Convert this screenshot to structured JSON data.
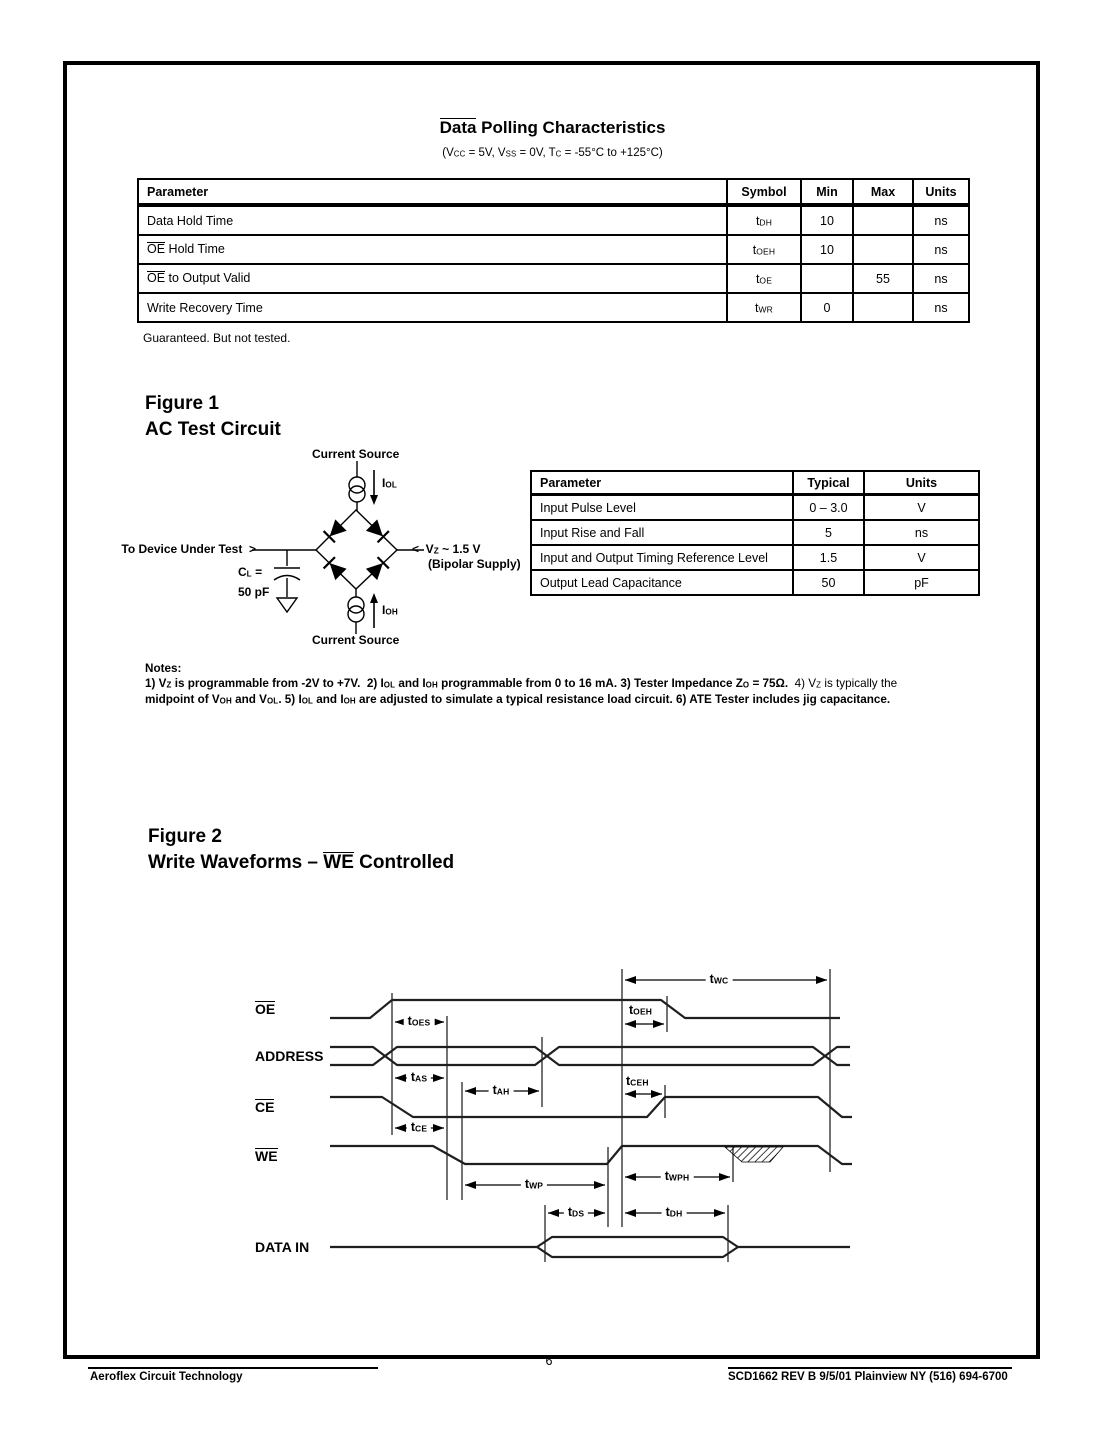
{
  "doc": {
    "title": [
      {
        "t": "Data",
        "ov": true
      },
      {
        "t": " Polling Characteristics"
      }
    ],
    "subtitle": [
      {
        "t": "(V"
      },
      {
        "t": "CC",
        "sub": true
      },
      {
        "t": " = 5V, V"
      },
      {
        "t": "SS",
        "sub": true
      },
      {
        "t": " = 0V, T"
      },
      {
        "t": "C",
        "sub": true
      },
      {
        "t": " = -55°C to +125°C)"
      }
    ],
    "footnote": "Guaranteed. But not tested.",
    "page_number": "6",
    "footer_left": "Aeroflex Circuit Technology",
    "footer_right": "SCD1662 REV B  9/5/01  Plainview NY (516) 694-6700"
  },
  "polling_table": {
    "headers": {
      "parameter": "Parameter",
      "symbol": "Symbol",
      "min": "Min",
      "max": "Max",
      "units": "Units"
    },
    "rows": [
      {
        "param": [
          {
            "t": "Data Hold Time"
          }
        ],
        "sym": [
          {
            "t": "t"
          },
          {
            "t": "DH",
            "sub": true
          }
        ],
        "min": "10",
        "max": "",
        "units": "ns"
      },
      {
        "param": [
          {
            "t": "OE",
            "ov": true
          },
          {
            "t": " Hold Time"
          }
        ],
        "sym": [
          {
            "t": "t"
          },
          {
            "t": "OEH",
            "sub": true
          }
        ],
        "min": "10",
        "max": "",
        "units": "ns"
      },
      {
        "param": [
          {
            "t": "OE",
            "ov": true
          },
          {
            "t": " to Output Valid"
          }
        ],
        "sym": [
          {
            "t": "t"
          },
          {
            "t": "OE",
            "sub": true
          }
        ],
        "min": "",
        "max": "55",
        "units": "ns"
      },
      {
        "param": [
          {
            "t": "Write Recovery Time"
          }
        ],
        "sym": [
          {
            "t": "t"
          },
          {
            "t": "WR",
            "sub": true
          }
        ],
        "min": "0",
        "max": "",
        "units": "ns"
      }
    ]
  },
  "figure1": {
    "title1": "Figure 1",
    "title2": "AC Test Circuit",
    "circuit": {
      "current_source_top": "Current Source",
      "current_source_bottom": "Current Source",
      "iol": [
        {
          "t": "I"
        },
        {
          "t": "OL",
          "sub": true
        }
      ],
      "ioh": [
        {
          "t": "I"
        },
        {
          "t": "OH",
          "sub": true
        }
      ],
      "dut": [
        {
          "t": "To Device Under Test  >"
        }
      ],
      "cl_line1": [
        {
          "t": "C"
        },
        {
          "t": "L",
          "sub": true
        },
        {
          "t": " ="
        }
      ],
      "cl_line2": "50 pF",
      "vz_line1": [
        {
          "t": "<  V"
        },
        {
          "t": "Z",
          "sub": true
        },
        {
          "t": " ~ 1.5 V"
        }
      ],
      "vz_line2": "(Bipolar Supply)"
    },
    "table": {
      "headers": {
        "parameter": "Parameter",
        "typical": "Typical",
        "units": "Units"
      },
      "rows": [
        {
          "parameter": "Input Pulse Level",
          "typical": "0 – 3.0",
          "units": "V"
        },
        {
          "parameter": "Input Rise and Fall",
          "typical": "5",
          "units": "ns"
        },
        {
          "parameter": "Input and Output Timing Reference Level",
          "typical": "1.5",
          "units": "V"
        },
        {
          "parameter": "Output Lead Capacitance",
          "typical": "50",
          "units": "pF"
        }
      ]
    }
  },
  "notes": {
    "heading": "Notes:",
    "line1": [
      {
        "t": "1) V"
      },
      {
        "t": "Z",
        "sub": true
      },
      {
        "t": " is programmable from -2V to +7V.  2) I"
      },
      {
        "t": "OL",
        "sub": true
      },
      {
        "t": " and I"
      },
      {
        "t": "OH",
        "sub": true
      },
      {
        "t": " programmable from 0 to 16 mA. 3) Tester Impedance Z"
      },
      {
        "t": "O",
        "sub": true
      },
      {
        "t": " = 75Ω."
      },
      {
        "t": "  4) V",
        "light": true
      },
      {
        "t": "Z",
        "sub": true,
        "light": true
      },
      {
        "t": " is typically the",
        "light": true
      }
    ],
    "line2": [
      {
        "t": "midpoint of V"
      },
      {
        "t": "OH",
        "sub": true
      },
      {
        "t": " and V"
      },
      {
        "t": "OL",
        "sub": true
      },
      {
        "t": ". 5) I"
      },
      {
        "t": "OL",
        "sub": true
      },
      {
        "t": " and I"
      },
      {
        "t": "OH",
        "sub": true
      },
      {
        "t": " are adjusted to simulate a typical resistance load circuit. 6) ATE Tester includes jig capacitance."
      }
    ]
  },
  "figure2": {
    "title1": "Figure 2",
    "title2": [
      {
        "t": "Write Waveforms – "
      },
      {
        "t": "WE",
        "ov": true
      },
      {
        "t": " Controlled"
      }
    ],
    "signals": {
      "oe": [
        {
          "t": "OE",
          "ov": true
        }
      ],
      "address": [
        {
          "t": "ADDRESS"
        }
      ],
      "ce": [
        {
          "t": "CE",
          "ov": true
        }
      ],
      "we": [
        {
          "t": "WE",
          "ov": true
        }
      ],
      "data_in": [
        {
          "t": "DATA IN"
        }
      ]
    },
    "labels": {
      "twc": [
        {
          "t": "t"
        },
        {
          "t": "WC",
          "sub": true
        }
      ],
      "toes": [
        {
          "t": "t"
        },
        {
          "t": "OES",
          "sub": true
        }
      ],
      "toeh": [
        {
          "t": "t"
        },
        {
          "t": "OEH",
          "sub": true
        }
      ],
      "tas": [
        {
          "t": "t"
        },
        {
          "t": "AS",
          "sub": true
        }
      ],
      "tah": [
        {
          "t": "t"
        },
        {
          "t": "AH",
          "sub": true
        }
      ],
      "tceh": [
        {
          "t": "t"
        },
        {
          "t": "CEH",
          "sub": true
        }
      ],
      "tce": [
        {
          "t": "t"
        },
        {
          "t": "CE",
          "sub": true
        }
      ],
      "twp": [
        {
          "t": "t"
        },
        {
          "t": "WP",
          "sub": true
        }
      ],
      "twph": [
        {
          "t": "t"
        },
        {
          "t": "WPH",
          "sub": true
        }
      ],
      "tds": [
        {
          "t": "t"
        },
        {
          "t": "DS",
          "sub": true
        }
      ],
      "tdh": [
        {
          "t": "t"
        },
        {
          "t": "DH",
          "sub": true
        }
      ]
    }
  },
  "colors": {
    "ink": "#000000",
    "waveform": "#1f1f1f"
  }
}
